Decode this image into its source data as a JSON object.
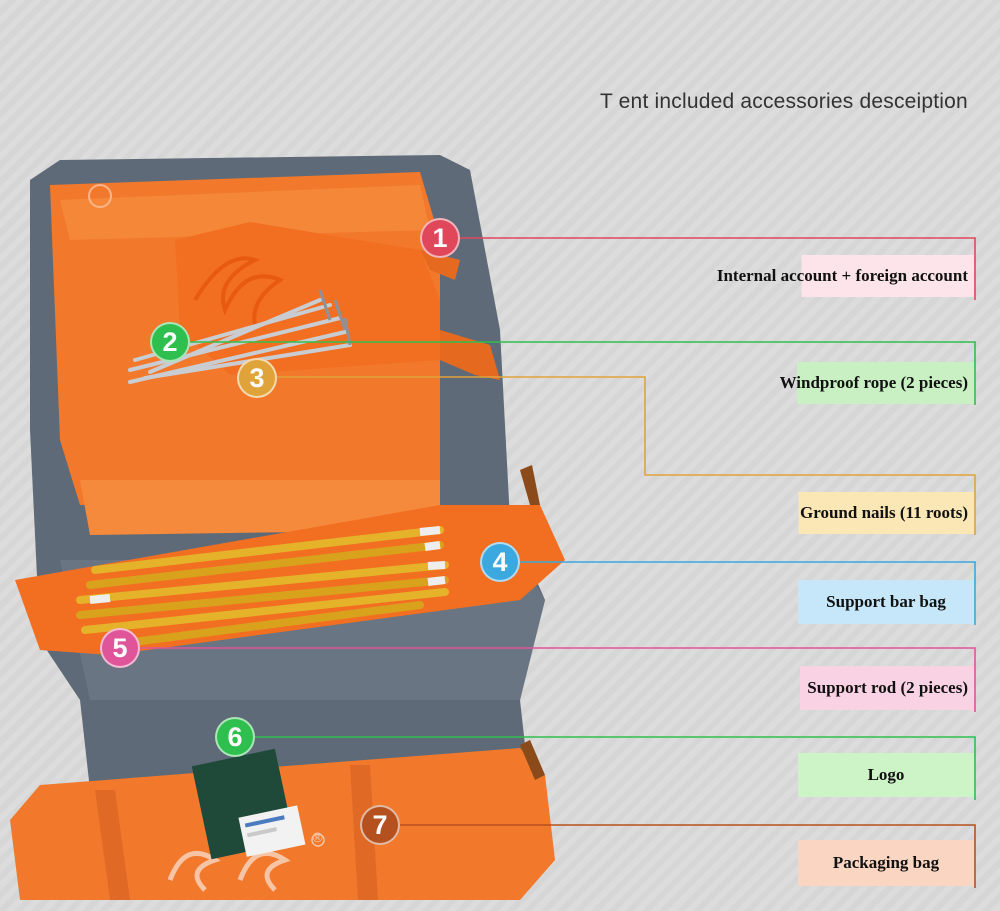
{
  "heading": "T ent included accessories desceiption",
  "logo_text": "®",
  "callouts": [
    {
      "number": "1",
      "label": "Internal account + foreign account",
      "color": "#e0475a",
      "fill": "#fde3ea"
    },
    {
      "number": "2",
      "label": "Windproof rope (2 pieces)",
      "color": "#2fbf4f",
      "fill": "#c8f0c2"
    },
    {
      "number": "3",
      "label": "Ground nails (11 roots)",
      "color": "#e0a33a",
      "fill": "#fbe6b5"
    },
    {
      "number": "4",
      "label": "Support bar bag",
      "color": "#3ba8e0",
      "fill": "#c6e7f9"
    },
    {
      "number": "5",
      "label": "Support rod (2 pieces)",
      "color": "#e0559a",
      "fill": "#f9d3e3"
    },
    {
      "number": "6",
      "label": "Logo",
      "color": "#2fbf4f",
      "fill": "#cdf4c6"
    },
    {
      "number": "7",
      "label": "Packaging bag",
      "color": "#b5511f",
      "fill": "#fad6c2"
    }
  ]
}
